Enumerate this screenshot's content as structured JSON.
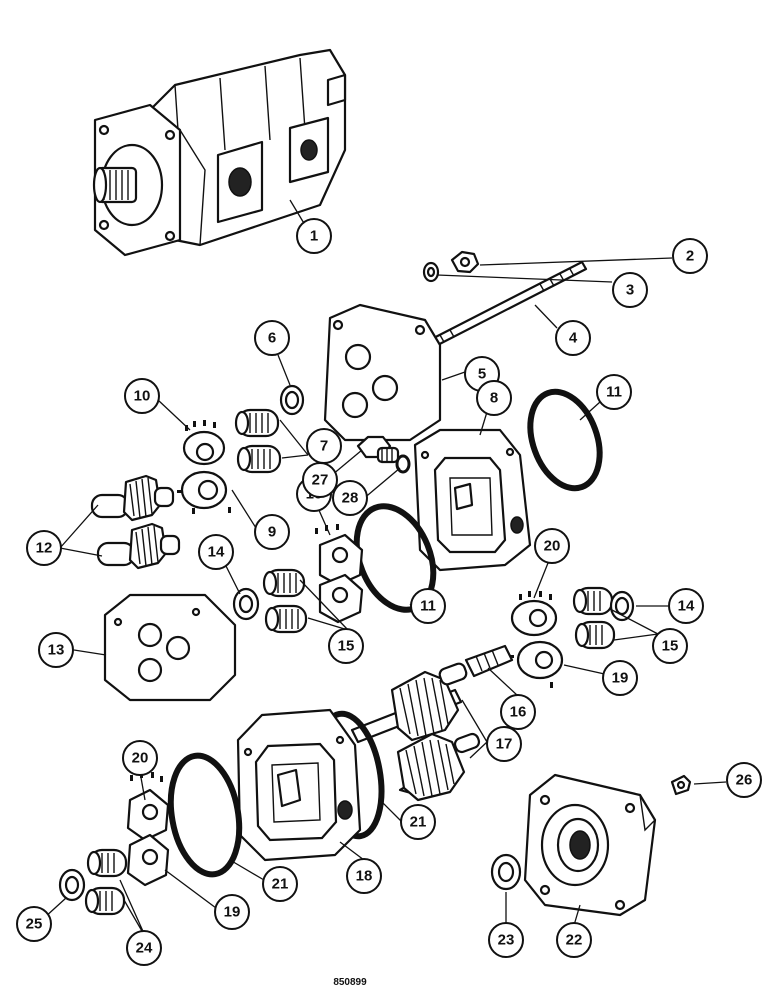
{
  "callouts": [
    {
      "n": "1"
    },
    {
      "n": "2"
    },
    {
      "n": "3"
    },
    {
      "n": "4"
    },
    {
      "n": "5"
    },
    {
      "n": "6"
    },
    {
      "n": "7"
    },
    {
      "n": "8"
    },
    {
      "n": "9"
    },
    {
      "n": "10"
    },
    {
      "n": "11"
    },
    {
      "n": "12"
    },
    {
      "n": "13"
    },
    {
      "n": "14"
    },
    {
      "n": "15"
    },
    {
      "n": "16"
    },
    {
      "n": "17"
    },
    {
      "n": "18"
    },
    {
      "n": "19"
    },
    {
      "n": "20"
    },
    {
      "n": "21"
    },
    {
      "n": "22"
    },
    {
      "n": "23"
    },
    {
      "n": "24"
    },
    {
      "n": "25"
    },
    {
      "n": "26"
    },
    {
      "n": "27"
    },
    {
      "n": "28"
    }
  ],
  "reference_code": "850899"
}
